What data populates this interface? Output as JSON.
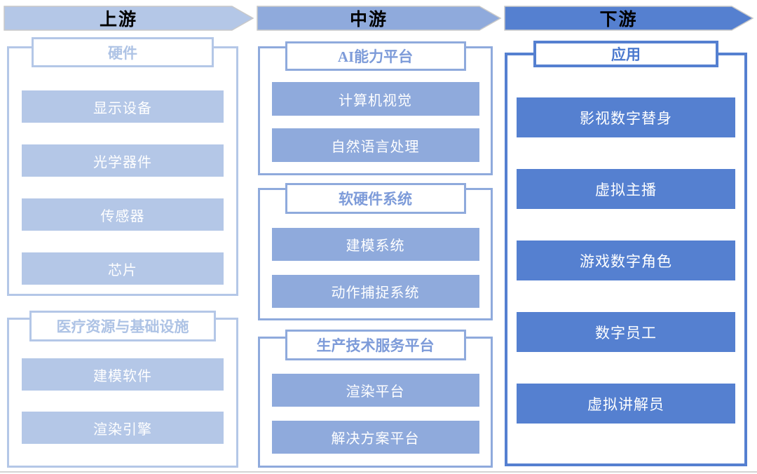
{
  "diagram": {
    "kind": "industry-chain-flow",
    "accent_colors": {
      "upstream": "#B4C7E7",
      "midstream": "#8FAADC",
      "downstream": "#5580D0",
      "arrow_outline": "#C9C9C9",
      "item_text": "#FFFFFF",
      "arrow_text": "#000000"
    },
    "stages": [
      {
        "label": "上游",
        "groups": [
          {
            "header": "硬件",
            "items": [
              "显示设备",
              "光学器件",
              "传感器",
              "芯片"
            ]
          },
          {
            "header": "医疗资源与基础设施",
            "items": [
              "建模软件",
              "渲染引擎"
            ]
          }
        ]
      },
      {
        "label": "中游",
        "groups": [
          {
            "header": "AI能力平台",
            "items": [
              "计算机视觉",
              "自然语言处理"
            ]
          },
          {
            "header": "软硬件系统",
            "items": [
              "建模系统",
              "动作捕捉系统"
            ]
          },
          {
            "header": "生产技术服务平台",
            "items": [
              "渲染平台",
              "解决方案平台"
            ]
          }
        ]
      },
      {
        "label": "下游",
        "groups": [
          {
            "header": "应用",
            "items": [
              "影视数字替身",
              "虚拟主播",
              "游戏数字角色",
              "数字员工",
              "虚拟讲解员"
            ],
            "more": "……"
          }
        ]
      }
    ]
  }
}
